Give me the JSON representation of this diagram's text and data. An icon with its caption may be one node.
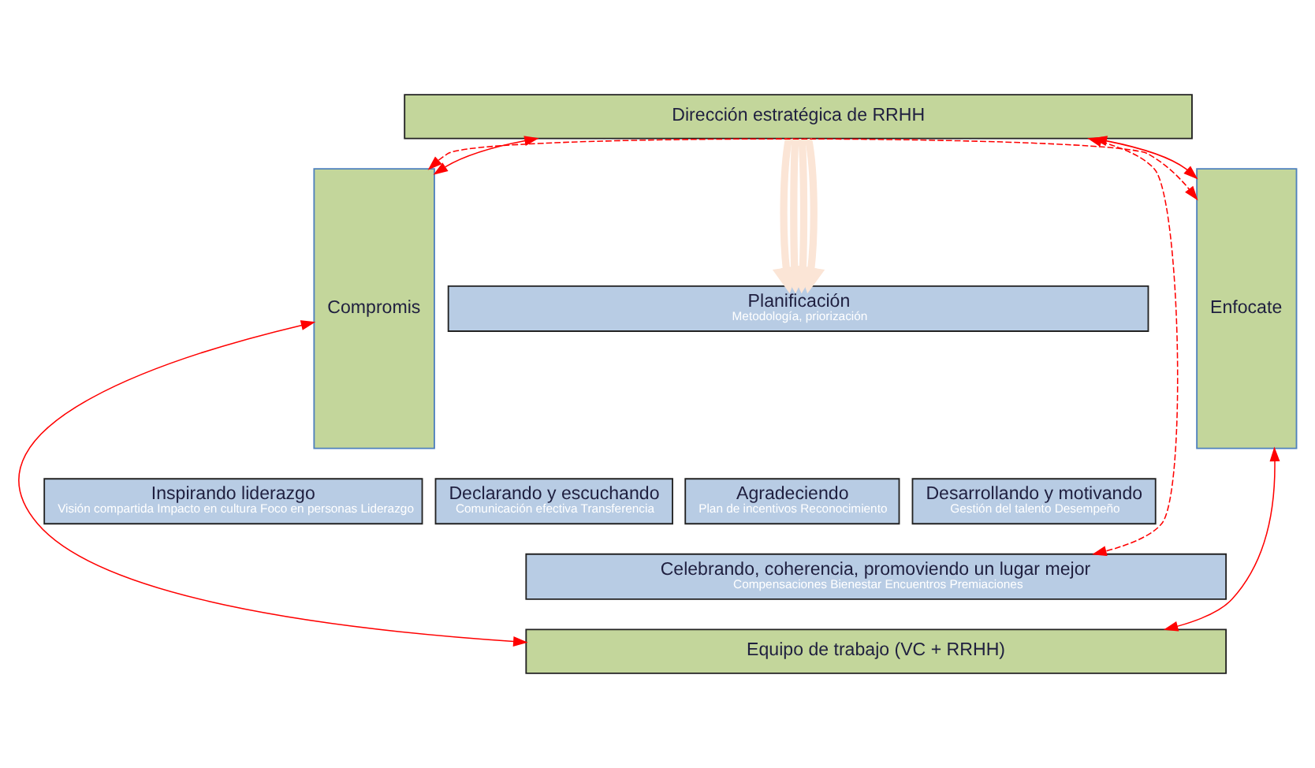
{
  "diagram": {
    "nodes": [
      {
        "text": [
          "Dirección estratégica de RRHH"
        ]
      },
      {
        "text": [
          "Compromis"
        ]
      },
      {
        "text": [
          "Planificación",
          "Metodología, priorización"
        ]
      },
      {
        "text": [
          "Inspirando liderazgo",
          "Visión compartida Impacto en cultura Foco en personas Liderazgo"
        ]
      },
      {
        "text": [
          "Declarando y escuchando",
          "Comunicación efectiva Transferencia"
        ]
      },
      {
        "text": [
          "Agradeciendo",
          "Plan de incentivos Reconocimiento"
        ]
      },
      {
        "text": [
          "Desarrollando y motivando",
          "Gestión del talento Desempeño"
        ]
      },
      {
        "text": [
          "Enfocate"
        ]
      },
      {
        "text": [
          "Celebrando, coherencia, promoviendo un lugar mejor",
          "Compensaciones Bienestar Encuentros Premiaciones"
        ]
      },
      {
        "text": [
          "Equipo de trabajo (VC + RRHH)"
        ]
      }
    ],
    "edges": [
      {
        "from": 0,
        "to": 2,
        "arrow": "to",
        "style": "thick",
        "color": "#fbe5d6"
      },
      {
        "from": 0,
        "to": 2,
        "arrow": "to",
        "style": "thick",
        "color": "#fbe5d6"
      },
      {
        "from": 0,
        "to": 2,
        "arrow": "to",
        "style": "thick",
        "color": "#fbe5d6"
      },
      {
        "from": 0,
        "to": 2,
        "arrow": "to",
        "style": "thick",
        "color": "#fbe5d6"
      },
      {
        "from": 0,
        "to": 1,
        "arrow": "both"
      },
      {
        "from": 0,
        "to": 7,
        "arrow": "both"
      },
      {
        "from": 0,
        "to": 8,
        "arrow": "both",
        "style": "dashed"
      },
      {
        "from": 1,
        "to": 7,
        "arrow": "both",
        "style": "dashed"
      },
      {
        "from": 1,
        "to": 9,
        "arrow": "both"
      },
      {
        "from": 7,
        "to": 9,
        "arrow": "both"
      }
    ]
  }
}
